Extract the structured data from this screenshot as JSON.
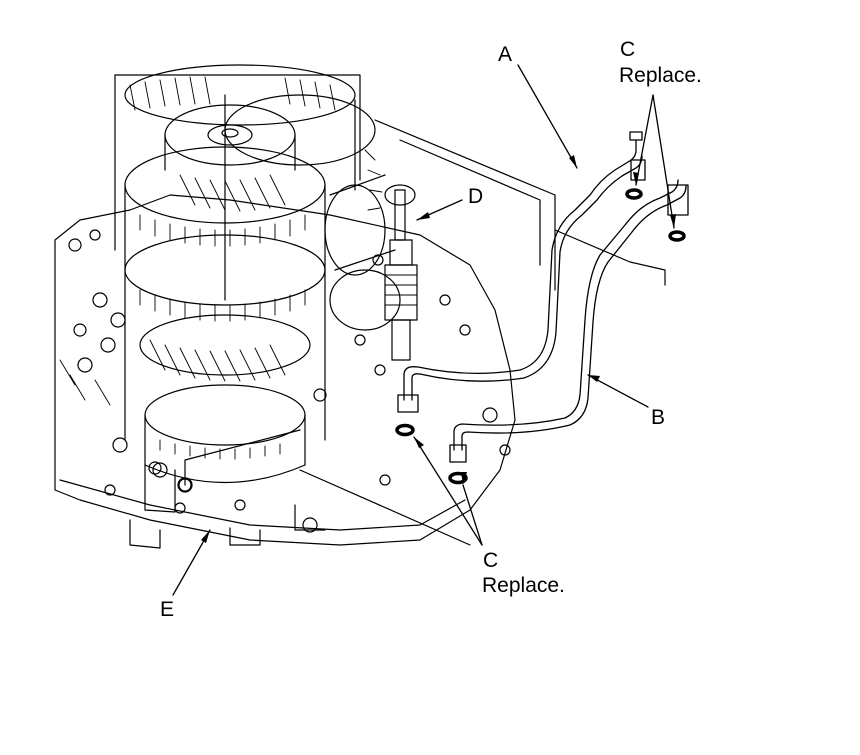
{
  "callouts": {
    "a": {
      "letter": "A"
    },
    "b": {
      "letter": "B"
    },
    "c_top": {
      "letter": "C",
      "note": "Replace."
    },
    "c_bottom": {
      "letter": "C",
      "note": "Replace."
    },
    "d": {
      "letter": "D"
    },
    "e": {
      "letter": "E"
    }
  },
  "colors": {
    "line": "#000000",
    "background": "#ffffff"
  }
}
